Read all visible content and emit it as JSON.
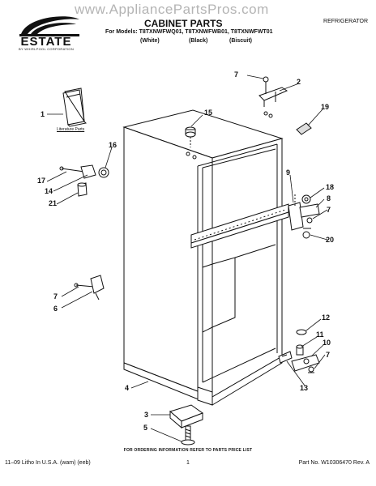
{
  "watermark": "www.AppliancePartsPros.com",
  "header": {
    "title": "CABINET PARTS",
    "category": "REFRIGERATOR",
    "models_line": "For Models: T8TXNWFWQ01, T8TXNWFWB01, T8TXNWFWT01",
    "colors": [
      "(White)",
      "(Black)",
      "(Biscuit)"
    ]
  },
  "brand": {
    "name": "ESTATE",
    "sub": "BY WHIRLPOOL CORPORATION"
  },
  "literature_label": "Literature Parts",
  "callouts": [
    "1",
    "2",
    "3",
    "4",
    "5",
    "6",
    "7",
    "7",
    "7",
    "7",
    "8",
    "9",
    "10",
    "11",
    "12",
    "13",
    "14",
    "15",
    "16",
    "17",
    "18",
    "19",
    "20",
    "21"
  ],
  "footer": {
    "note": "FOR ORDERING INFORMATION REFER TO PARTS PRICE LIST",
    "left": "11–09 Litho In U.S.A. (wam) (eeb)",
    "page": "1",
    "right": "Part No. W10306470 Rev. A"
  }
}
